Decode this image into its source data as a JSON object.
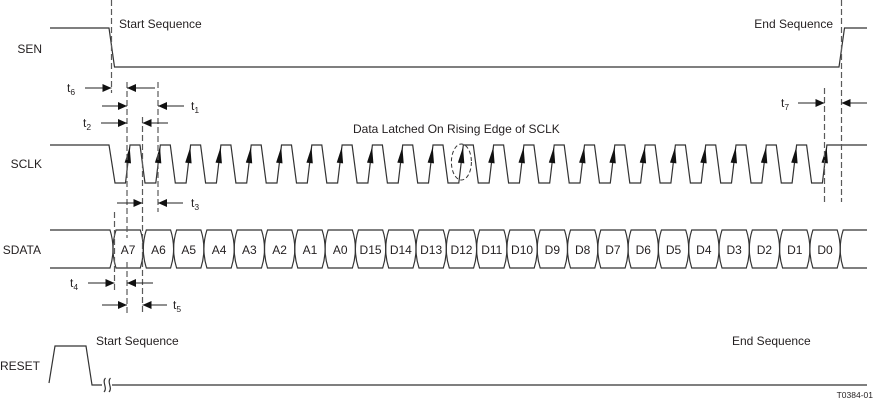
{
  "figure_id": "T0384-01",
  "signals": {
    "sen": "SEN",
    "sclk": "SCLK",
    "sdata": "SDATA",
    "reset": "RESET"
  },
  "annotations": {
    "sen_start": "Start Sequence",
    "sen_end": "End Sequence",
    "latch_note": "Data Latched On Rising Edge of SCLK",
    "reset_start": "Start Sequence",
    "reset_end": "End Sequence"
  },
  "timing": {
    "t1": {
      "base": "t",
      "sub": "1"
    },
    "t2": {
      "base": "t",
      "sub": "2"
    },
    "t3": {
      "base": "t",
      "sub": "3"
    },
    "t4": {
      "base": "t",
      "sub": "4"
    },
    "t5": {
      "base": "t",
      "sub": "5"
    },
    "t6": {
      "base": "t",
      "sub": "6"
    },
    "t7": {
      "base": "t",
      "sub": "7"
    }
  },
  "sdata": {
    "bits": [
      "A7",
      "A6",
      "A5",
      "A4",
      "A3",
      "A2",
      "A1",
      "A0",
      "D15",
      "D14",
      "D13",
      "D12",
      "D11",
      "D10",
      "D9",
      "D8",
      "D7",
      "D6",
      "D5",
      "D4",
      "D3",
      "D2",
      "D1",
      "D0"
    ]
  },
  "sclk": {
    "rising_edges": 24,
    "highlighted_edge_index": 11
  },
  "colors": {
    "line": "#333333",
    "dashed": "#5a5a5a",
    "text": "#231f20",
    "background": "#ffffff"
  }
}
